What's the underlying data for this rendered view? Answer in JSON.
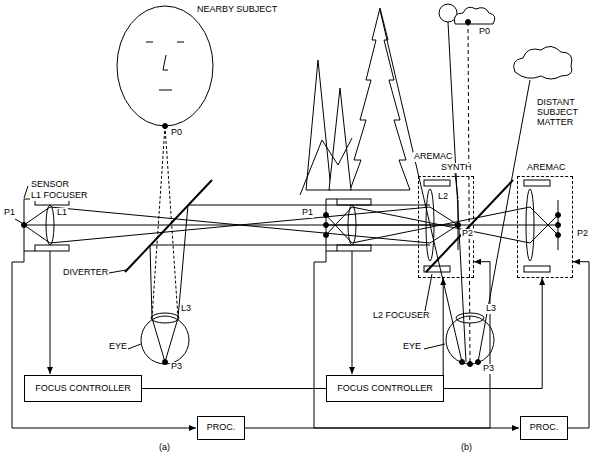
{
  "diagram": {
    "nodes": [
      {
        "text": [
          "AREMAC"
        ]
      },
      {
        "text": [
          "FOCUS CONTROLLER"
        ]
      },
      {
        "text": [
          "PROC."
        ]
      },
      {
        "text": [
          "AREMAC"
        ]
      },
      {
        "text": [
          "FOCUS CONTROLLER"
        ]
      },
      {
        "text": [
          "PROC."
        ]
      }
    ],
    "edges": [
      {
        "from": 1,
        "to": 0,
        "arrow": "to"
      },
      {
        "from": 2,
        "to": 0,
        "arrow": "to"
      },
      {
        "from": 4,
        "to": 3,
        "arrow": "to"
      },
      {
        "from": 5,
        "to": 3,
        "arrow": "to"
      }
    ],
    "labels": [
      "NEARBY SUBJECT",
      "P0",
      "SYNTH",
      "SENSOR",
      "L1 FOCUSER",
      "P1",
      "L1",
      "L2",
      "P2",
      "DIVERTER",
      "L3",
      "L2 FOCUSER",
      "EYE",
      "P3",
      "(a)",
      "P0",
      "DISTANT SUBJECT MATTER",
      "P1",
      "P2",
      "L3",
      "EYE",
      "P3",
      "(b)"
    ]
  }
}
